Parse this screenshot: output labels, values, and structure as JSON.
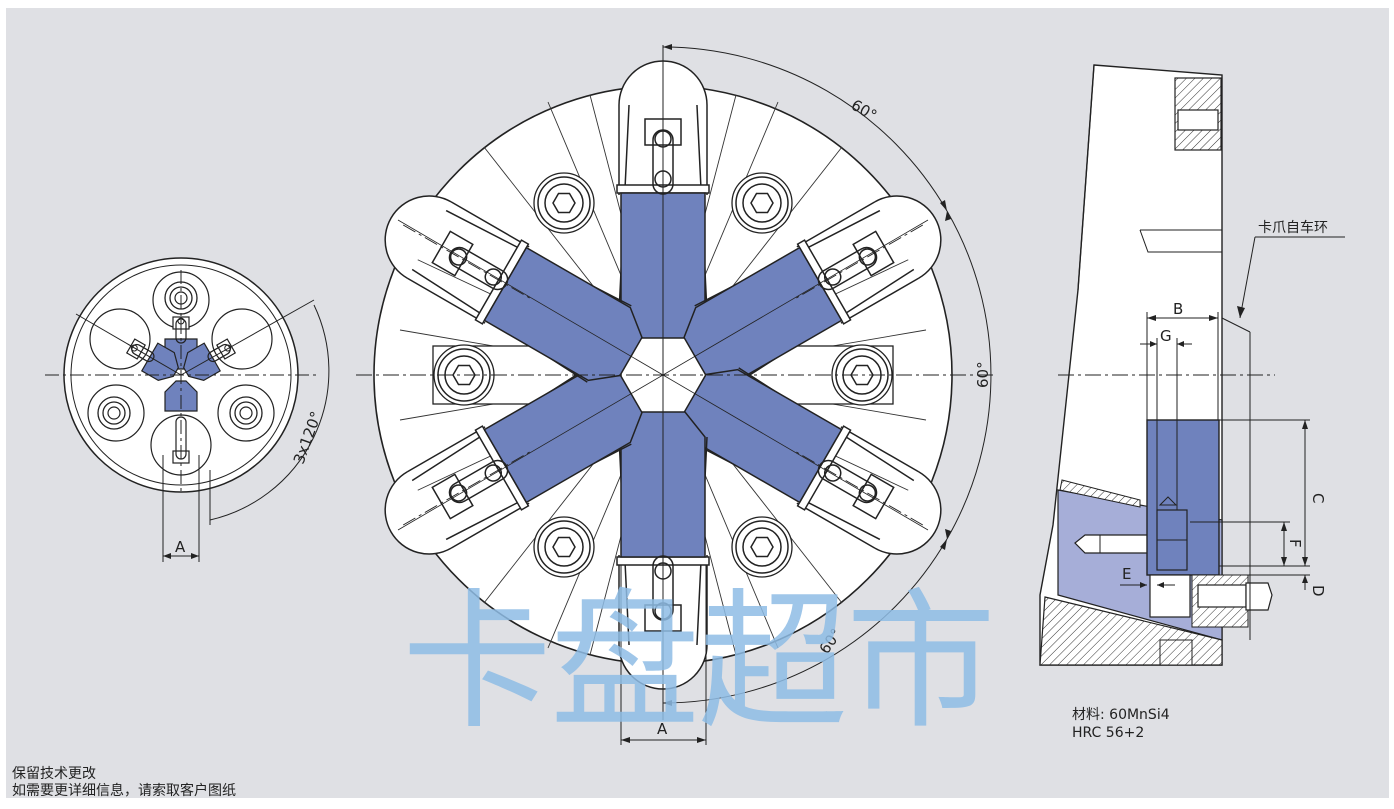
{
  "labels": {
    "dim_60_top": "60°",
    "dim_60_right": "60°",
    "dim_60_bottom": "60°",
    "dim_3x120": "3x120°",
    "dim_A_small": "A",
    "dim_A_large": "A",
    "dim_B": "B",
    "dim_G": "G",
    "dim_C": "C",
    "dim_F": "F",
    "dim_E": "E",
    "dim_D": "D",
    "ring_label": "卡爪自车环"
  },
  "material": {
    "line1": "材料: 60MnSi4",
    "line2": "HRC 56+2"
  },
  "footer": {
    "line1": "保留技术更改",
    "line2": "如需要更详细信息，请索取客户图纸"
  },
  "watermark": "卡盘超市",
  "colors": {
    "background": "#dfe0e4",
    "jaw": "#6f82bd",
    "jaw_light": "#a6aed8",
    "line": "#222222",
    "watermark": "#8fbde6"
  }
}
